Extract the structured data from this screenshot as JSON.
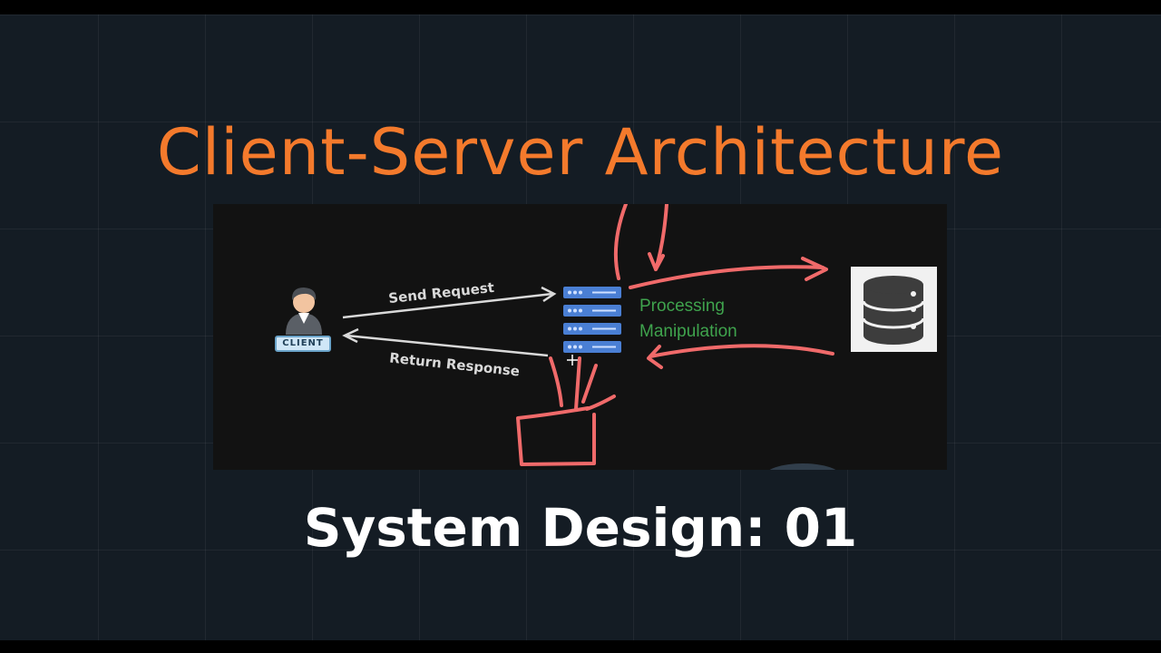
{
  "title": "Client-Server Architecture",
  "subtitle": "System Design: 01",
  "diagram": {
    "client_label": "CLIENT",
    "send_label": "Send Request",
    "return_label": "Return Response",
    "processing": [
      "Processing",
      "Manipulation"
    ],
    "icons": [
      "client-person-icon",
      "server-rack-icon",
      "database-icon"
    ],
    "colors": {
      "title": "#f47a2c",
      "processing_text": "#3fa34d",
      "annotation": "#f06a6a",
      "server": "#4a7fd4",
      "arrow": "#d9d9d9"
    }
  }
}
